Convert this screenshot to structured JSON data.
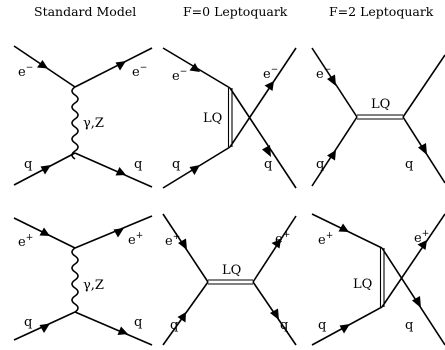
{
  "columns": [
    {
      "title": "Standard Model"
    },
    {
      "title": "F=0 Leptoquark"
    },
    {
      "title": "F=2 Leptoquark"
    }
  ],
  "particles": {
    "electron": "e",
    "electron_charge": "−",
    "positron": "e",
    "positron_charge": "+",
    "quark": "q"
  },
  "propagators": {
    "gauge_boson": "γ,Z",
    "leptoquark": "LQ"
  }
}
